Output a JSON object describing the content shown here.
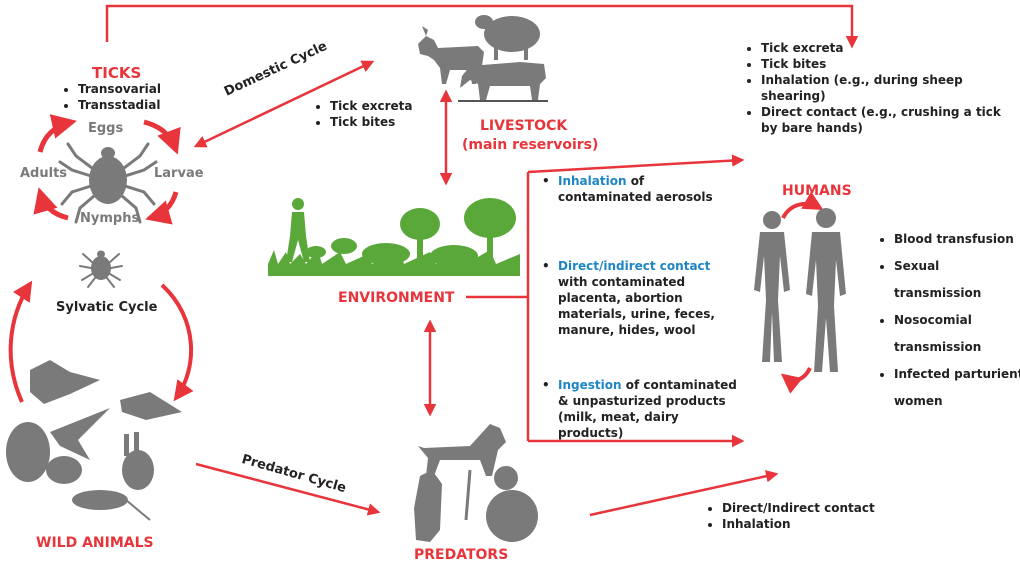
{
  "ticks": {
    "title": "TICKS",
    "transmission": [
      "Transovarial",
      "Transstadial"
    ],
    "stages": {
      "eggs": "Eggs",
      "larvae": "Larvae",
      "nymphs": "Nymphs",
      "adults": "Adults"
    }
  },
  "domestic_cycle": "Domestic Cycle",
  "domestic_bullets": [
    "Tick excreta",
    "Tick bites"
  ],
  "livestock": {
    "title": "LIVESTOCK",
    "subtitle": "(main reservoirs)"
  },
  "human_routes_top": [
    "Tick excreta",
    "Tick bites",
    "Inhalation (e.g., during sheep shearing)",
    "Direct contact (e.g., crushing a tick by bare hands)"
  ],
  "sylvatic_cycle": "Sylvatic Cycle",
  "environment": "ENVIRONMENT",
  "env_routes": {
    "inhalation_key": "Inhalation",
    "inhalation_rest": "of contaminated aerosols",
    "contact_key": "Direct/indirect contact",
    "contact_rest": "with contaminated placenta, abortion materials, urine, feces, manure, hides, wool",
    "ingestion_key": "Ingestion",
    "ingestion_rest": "of contaminated & unpasturized products (milk, meat, dairy products)"
  },
  "humans": {
    "title": "HUMANS",
    "routes": [
      "Blood transfusion",
      "Sexual transmission",
      "Nosocomial transmission",
      "Infected parturient women"
    ]
  },
  "wild_animals": "WILD ANIMALS",
  "predator_cycle": "Predator Cycle",
  "predators": "PREDATORS",
  "predator_routes": [
    "Direct/Indirect contact",
    "Inhalation"
  ],
  "colors": {
    "accent": "#e8343b",
    "silhouette": "#7a7a7a",
    "keyword": "#1e86c6",
    "grass": "#5aa83a"
  }
}
